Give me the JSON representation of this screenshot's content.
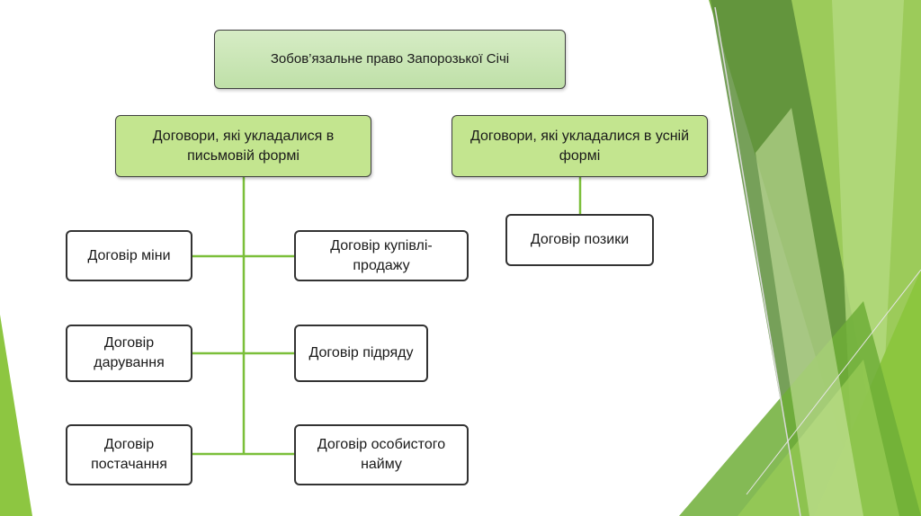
{
  "diagram": {
    "root": {
      "label": "Зобов’язальне право Запорозької Січі"
    },
    "branches": [
      {
        "label": "Договори, які укладалися в письмовій формі",
        "children": [
          {
            "label": "Договір міни"
          },
          {
            "label": "Договір купівлі-продажу"
          },
          {
            "label": "Договір дарування"
          },
          {
            "label": "Договір підряду"
          },
          {
            "label": "Договір постачання"
          },
          {
            "label": "Договір особистого найму"
          }
        ]
      },
      {
        "label": "Договори, які укладалися в усній формі",
        "children": [
          {
            "label": "Договір позики"
          }
        ]
      }
    ]
  },
  "colors": {
    "box_green": "#c3e58f",
    "connector": "#7bbf3a",
    "decor_light": "#b8dc7a",
    "decor_mid": "#8dc641",
    "decor_dark": "#5a8a3a"
  },
  "decorative_icons": [
    "left-edge-green-triangle",
    "right-green-geometric-shapes"
  ]
}
